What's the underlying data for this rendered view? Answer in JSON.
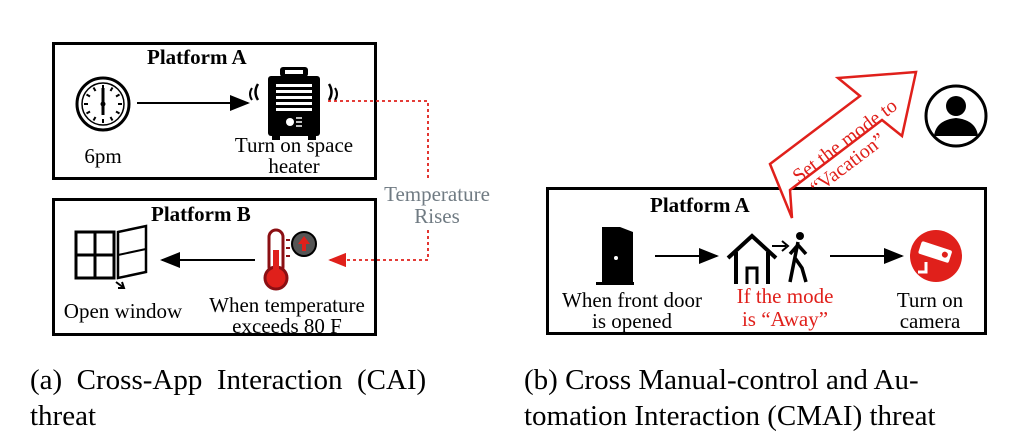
{
  "panel_a": {
    "platform_a": {
      "title": "Platform A",
      "clock_label": "6pm",
      "heater_label_1": "Turn on space",
      "heater_label_2": "heater"
    },
    "platform_b": {
      "title": "Platform B",
      "window_label": "Open window",
      "temp_label_1": "When temperature",
      "temp_label_2": "exceeds 80 F"
    },
    "link_label_1": "Temperature",
    "link_label_2": "Rises",
    "caption_line_1": "(a)  Cross-App  Interaction  (CAI)",
    "caption_line_2": "threat"
  },
  "panel_b": {
    "platform_title": "Platform A",
    "door_label_1": "When front door",
    "door_label_2": "is opened",
    "mode_label_1": "If the mode",
    "mode_label_2": "is “Away”",
    "camera_label_1": "Turn on",
    "camera_label_2": "camera",
    "callout_line_1": "Set the mode to",
    "callout_line_2": "“Vacation”",
    "caption_line_1": "(b) Cross Manual-control and Au-",
    "caption_line_2": "tomation Interaction (CMAI) threat"
  },
  "colors": {
    "red": "#e0201b",
    "gray_text": "#707b83",
    "dark_red": "#8b0f13",
    "black": "#000000"
  },
  "icons": [
    "clock-icon",
    "space-heater-icon",
    "thermometer-icon",
    "window-icon",
    "door-icon",
    "home-away-icon",
    "camera-icon",
    "user-icon"
  ]
}
